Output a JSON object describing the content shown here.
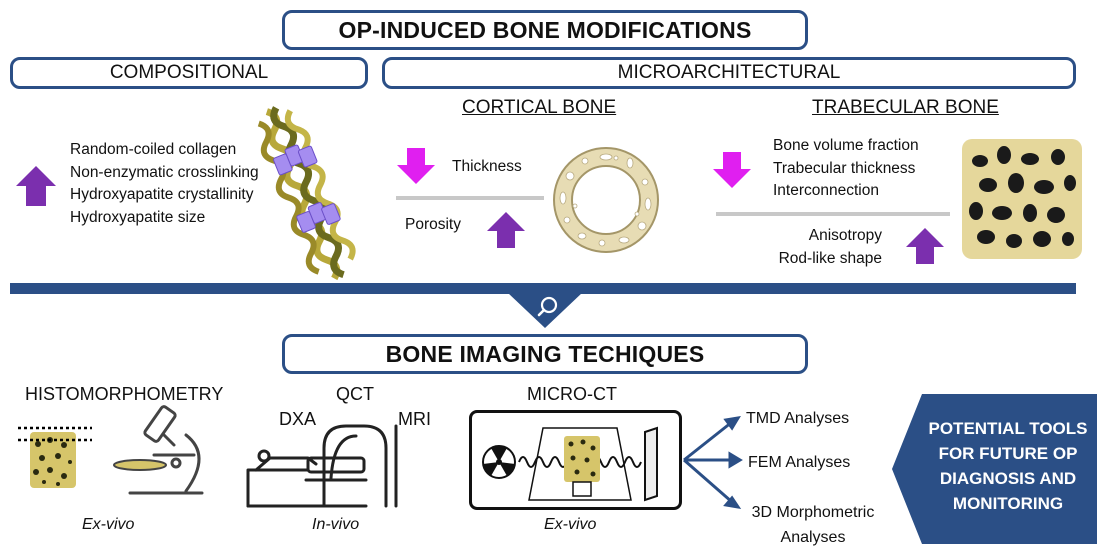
{
  "top_title": "OP-INDUCED BONE MODIFICATIONS",
  "compositional": {
    "heading": "COMPOSITIONAL",
    "items": [
      "Random-coiled collagen",
      "Non-enzymatic crosslinking",
      "Hydroxyapatite crystallinity",
      "Hydroxyapatite size"
    ]
  },
  "microarchitectural": {
    "heading": "MICROARCHITECTURAL",
    "cortical": {
      "heading": "CORTICAL BONE",
      "decrease": "Thickness",
      "increase": "Porosity"
    },
    "trabecular": {
      "heading": "TRABECULAR BONE",
      "decrease": [
        "Bone volume fraction",
        "Trabecular thickness",
        "Interconnection"
      ],
      "increase": [
        "Anisotropy",
        "Rod-like shape"
      ]
    }
  },
  "imaging_title": "BONE IMAGING TECHIQUES",
  "histo": {
    "title": "HISTOMORPHOMETRY",
    "mode": "Ex-vivo"
  },
  "scanner": {
    "qct": "QCT",
    "dxa": "DXA",
    "mri": "MRI",
    "mode": "In-vivo"
  },
  "microct": {
    "title": "MICRO-CT",
    "mode": "Ex-vivo"
  },
  "analyses": [
    "TMD Analyses",
    "FEM Analyses",
    "3D Morphometric",
    "Analyses"
  ],
  "tools": [
    "POTENTIAL TOOLS",
    "FOR FUTURE OP",
    "DIAGNOSIS AND",
    "MONITORING"
  ],
  "colors": {
    "frame": "#2b4f86",
    "arrow": "#7b2fae",
    "down_arrow": "#e01ff0",
    "band": "#2b4f86",
    "gold": "#c9b23c"
  }
}
